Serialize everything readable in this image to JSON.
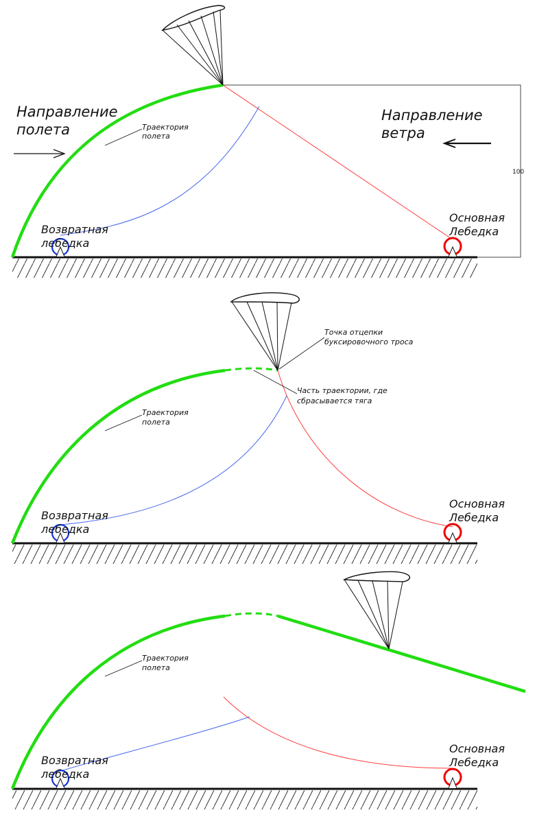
{
  "colors": {
    "trajectory": "#22dd11",
    "tow_cable": "#ff3b3b",
    "return_cable": "#4466ee",
    "ground": "#111111",
    "main_winch": "#ee0000",
    "return_winch": "#1133dd"
  },
  "panel1": {
    "flight_dir": [
      "Направление",
      "полета"
    ],
    "wind_dir": [
      "Направление",
      "ветра"
    ],
    "trajectory": [
      "Траектория",
      "полета"
    ],
    "return_winch": [
      "Возвратная",
      "лебедка"
    ],
    "main_winch": [
      "Основная",
      "Лебедка"
    ],
    "dimension": "100"
  },
  "panel2": {
    "release_point": [
      "Точка отцепки",
      "буксировочного троса"
    ],
    "drop_part": [
      "Часть траектории, где",
      "сбрасывается тяга"
    ],
    "trajectory": [
      "Траектория",
      "полета"
    ],
    "return_winch": [
      "Возвратная",
      "лебедка"
    ],
    "main_winch": [
      "Основная",
      "Лебедка"
    ]
  },
  "panel3": {
    "trajectory": [
      "Траектория",
      "полета"
    ],
    "return_winch": [
      "Возвратная",
      "лебедка"
    ],
    "main_winch": [
      "Основная",
      "Лебедка"
    ]
  }
}
